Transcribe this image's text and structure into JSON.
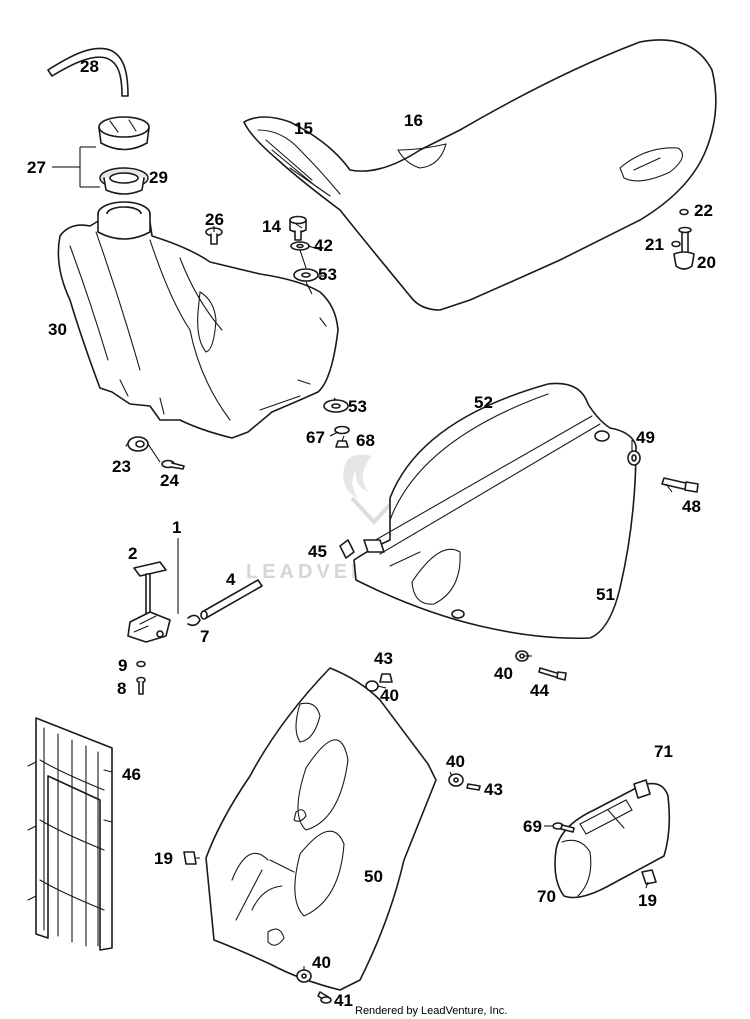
{
  "watermark": "LEADVENTURE",
  "credit": "Rendered by LeadVenture, Inc.",
  "callouts": [
    {
      "id": "c28",
      "text": "28"
    },
    {
      "id": "c27",
      "text": "27"
    },
    {
      "id": "c29",
      "text": "29"
    },
    {
      "id": "c15",
      "text": "15"
    },
    {
      "id": "c16",
      "text": "16"
    },
    {
      "id": "c26",
      "text": "26"
    },
    {
      "id": "c14",
      "text": "14"
    },
    {
      "id": "c42",
      "text": "42"
    },
    {
      "id": "c53a",
      "text": "53"
    },
    {
      "id": "c22",
      "text": "22"
    },
    {
      "id": "c21",
      "text": "21"
    },
    {
      "id": "c20",
      "text": "20"
    },
    {
      "id": "c30",
      "text": "30"
    },
    {
      "id": "c52",
      "text": "52"
    },
    {
      "id": "c53b",
      "text": "53"
    },
    {
      "id": "c67",
      "text": "67"
    },
    {
      "id": "c68",
      "text": "68"
    },
    {
      "id": "c49",
      "text": "49"
    },
    {
      "id": "c23",
      "text": "23"
    },
    {
      "id": "c24",
      "text": "24"
    },
    {
      "id": "c48",
      "text": "48"
    },
    {
      "id": "c1",
      "text": "1"
    },
    {
      "id": "c2",
      "text": "2"
    },
    {
      "id": "c45",
      "text": "45"
    },
    {
      "id": "c4",
      "text": "4"
    },
    {
      "id": "c51",
      "text": "51"
    },
    {
      "id": "c7",
      "text": "7"
    },
    {
      "id": "c43a",
      "text": "43"
    },
    {
      "id": "c9",
      "text": "9"
    },
    {
      "id": "c40a",
      "text": "40"
    },
    {
      "id": "c44",
      "text": "44"
    },
    {
      "id": "c8",
      "text": "8"
    },
    {
      "id": "c40b",
      "text": "40"
    },
    {
      "id": "c71",
      "text": "71"
    },
    {
      "id": "c46",
      "text": "46"
    },
    {
      "id": "c40c",
      "text": "40"
    },
    {
      "id": "c43b",
      "text": "43"
    },
    {
      "id": "c69",
      "text": "69"
    },
    {
      "id": "c19a",
      "text": "19"
    },
    {
      "id": "c50",
      "text": "50"
    },
    {
      "id": "c70",
      "text": "70"
    },
    {
      "id": "c19b",
      "text": "19"
    },
    {
      "id": "c40d",
      "text": "40"
    },
    {
      "id": "c41",
      "text": "41"
    }
  ]
}
